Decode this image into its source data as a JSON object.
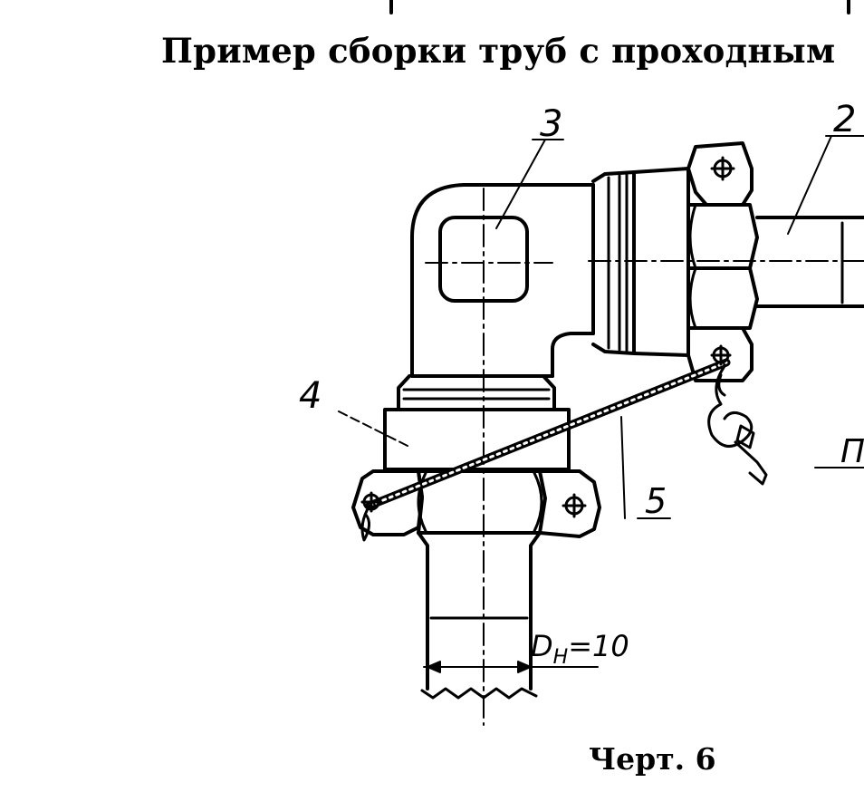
{
  "title": "Пример сборки труб с проходным",
  "caption": "Черт. 6",
  "labels": {
    "part_2": "2",
    "part_3": "3",
    "part_4": "4",
    "part_5": "5",
    "partial_right": "П",
    "diameter": "DH=10"
  },
  "diameter_parts": {
    "symbol": "D",
    "subscript": "H",
    "value": "=10"
  },
  "icons": {
    "pin_marker": "circle-cross-icon"
  }
}
